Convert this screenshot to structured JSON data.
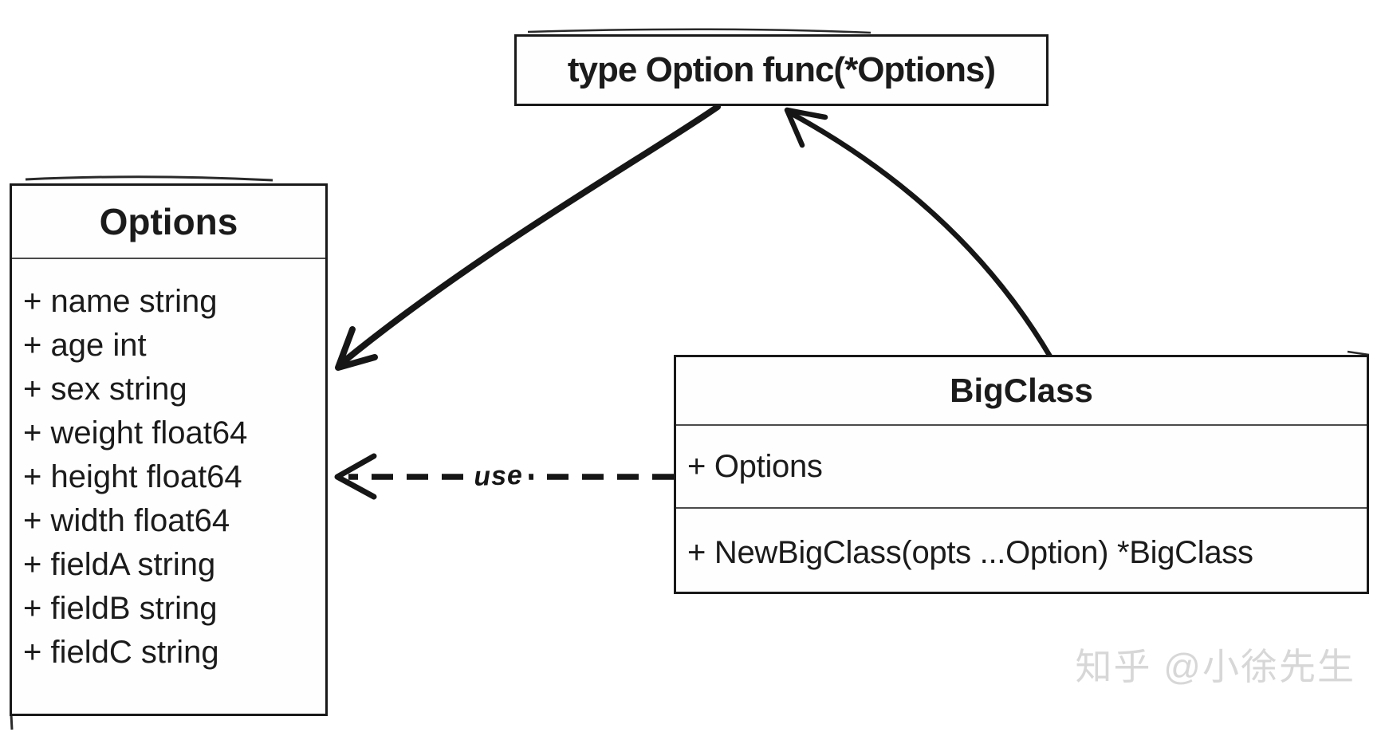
{
  "diagram": {
    "banner": {
      "label": "type Option func(*Options)"
    },
    "options_class": {
      "title": "Options",
      "fields": [
        "+ name string",
        "+ age int",
        "+ sex string",
        "+ weight float64",
        "+ height float64",
        "+ width float64",
        "+ fieldA string",
        "+ fieldB string",
        "+ fieldC string"
      ]
    },
    "big_class": {
      "title": "BigClass",
      "attributes": [
        "+ Options"
      ],
      "methods": [
        "+ NewBigClass(opts ...Option) *BigClass"
      ]
    },
    "edges": {
      "use_label": "use",
      "relations": [
        "banner-to-options-solid-arrow",
        "bigclass-to-banner-solid-arrow",
        "bigclass-to-options-dashed-use-arrow"
      ]
    },
    "watermark": {
      "text": "知乎 @小徐先生"
    },
    "colors": {
      "ink": "#161616",
      "watermark": "#d7d7d7",
      "background": "#ffffff"
    }
  }
}
